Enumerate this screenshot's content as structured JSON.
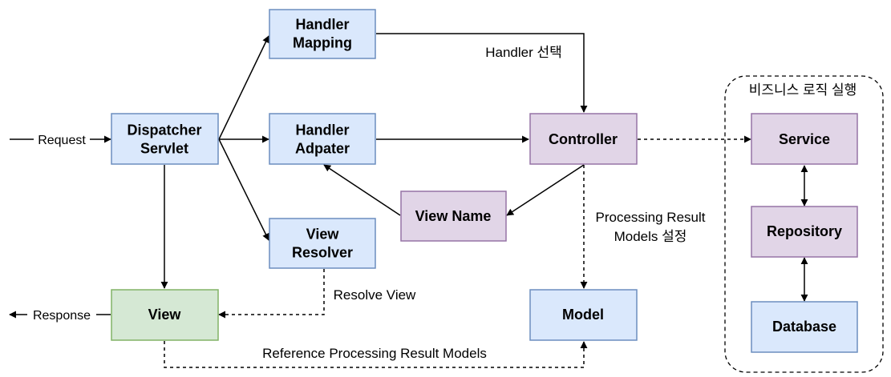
{
  "nodes": {
    "handler_mapping": {
      "label": [
        "Handler",
        "Mapping"
      ],
      "style": "blue"
    },
    "dispatcher_servlet": {
      "label": [
        "Dispatcher",
        "Servlet"
      ],
      "style": "blue"
    },
    "handler_adapter": {
      "label": [
        "Handler",
        "Adpater"
      ],
      "style": "blue"
    },
    "controller": {
      "label": [
        "Controller"
      ],
      "style": "purple"
    },
    "view_name": {
      "label": [
        "View Name"
      ],
      "style": "purple"
    },
    "view_resolver": {
      "label": [
        "View",
        "Resolver"
      ],
      "style": "blue"
    },
    "view": {
      "label": [
        "View"
      ],
      "style": "green"
    },
    "model": {
      "label": [
        "Model"
      ],
      "style": "blue"
    },
    "service": {
      "label": [
        "Service"
      ],
      "style": "purple"
    },
    "repository": {
      "label": [
        "Repository"
      ],
      "style": "purple"
    },
    "database": {
      "label": [
        "Database"
      ],
      "style": "blue"
    }
  },
  "group": {
    "label": "비즈니스 로직 실행"
  },
  "edge_labels": {
    "request": "Request",
    "response": "Response",
    "handler_select": "Handler 선택",
    "processing_result": [
      "Processing Result",
      "Models 설정"
    ],
    "resolve_view": "Resolve View",
    "reference_models": "Reference Processing Result Models"
  },
  "colors": {
    "blue_fill": "#dae8fc",
    "blue_stroke": "#6c8ebf",
    "purple_fill": "#e1d5e7",
    "purple_stroke": "#9673a6",
    "green_fill": "#d5e8d4",
    "green_stroke": "#82b366",
    "line": "#000000",
    "text": "#000000"
  }
}
